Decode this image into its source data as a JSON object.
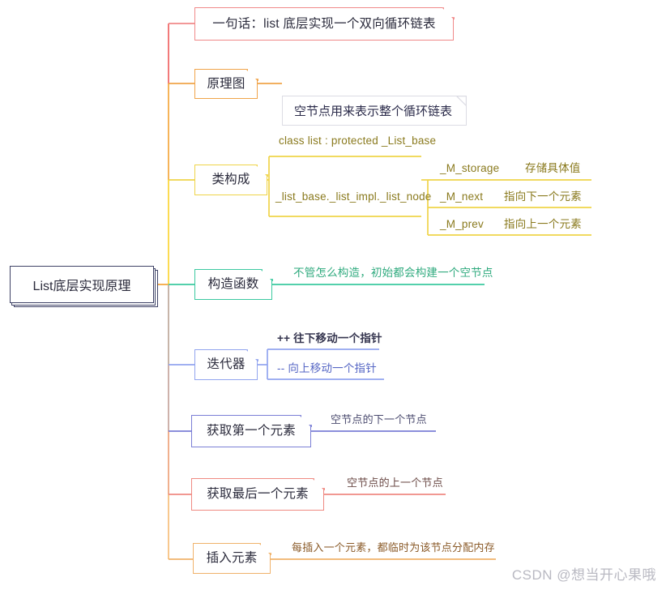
{
  "meta": {
    "title": "List底层实现原理 思维导图",
    "watermark": "CSDN @想当开心果哦"
  },
  "root": {
    "label": "List底层实现原理",
    "color": "#3e4266"
  },
  "branches": [
    {
      "id": "one-sentence",
      "label": "一句话：list 底层实现一个双向循环链表",
      "color": "#f08a8a",
      "spine_color": "#ef6262",
      "style": "note-wide"
    },
    {
      "id": "principle-diagram",
      "label": "原理图",
      "color": "#f0a44a",
      "spine_color": "#f5a63c",
      "note": {
        "label": "空节点用来表示整个循环链表",
        "color": "#dcdce4"
      }
    },
    {
      "id": "class-composition",
      "label": "类构成",
      "color": "#efd44a",
      "spine_color": "#fbd535",
      "children": [
        {
          "label": "class list : protected _List_base",
          "color": "#8a7a1e"
        },
        {
          "label": "_list_base._list_impl._list_node",
          "color": "#8a7a1e",
          "children": [
            {
              "label": "_M_storage",
              "desc": "存储具体值",
              "color": "#8a7a1e"
            },
            {
              "label": "_M_next",
              "desc": "指向下一个元素",
              "color": "#8a7a1e"
            },
            {
              "label": "_M_prev",
              "desc": "指向上一个元素",
              "color": "#8a7a1e"
            }
          ]
        }
      ]
    },
    {
      "id": "constructor",
      "label": "构造函数",
      "color": "#3cc9a0",
      "spine_color": "#2ec89b",
      "children": [
        {
          "label": "不管怎么构造，初始都会构建一个空节点",
          "color": "#2faa7e"
        }
      ]
    },
    {
      "id": "iterator",
      "label": "迭代器",
      "color": "#92a5ef",
      "spine_color": "#8fa2ee",
      "children": [
        {
          "label": "++ 往下移动一个指针",
          "color": "#35354f"
        },
        {
          "label": "-- 向上移动一个指针",
          "color": "#5566c4"
        }
      ]
    },
    {
      "id": "get-first",
      "label": "获取第一个元素",
      "color": "#7b7fd6",
      "spine_color": "#6b70d0",
      "children": [
        {
          "label": "空节点的下一个节点",
          "color": "#4a4a6e"
        }
      ]
    },
    {
      "id": "get-last",
      "label": "获取最后一个元素",
      "color": "#ef8a82",
      "spine_color": "#ee4f4f",
      "children": [
        {
          "label": "空节点的上一个节点",
          "color": "#6b4a46"
        }
      ]
    },
    {
      "id": "insert-element",
      "label": "插入元素",
      "color": "#f0b26a",
      "spine_color": "#f7be7a",
      "children": [
        {
          "label": "每插入一个元素，都临时为该节点分配内存",
          "color": "#8a5a28"
        }
      ]
    }
  ]
}
